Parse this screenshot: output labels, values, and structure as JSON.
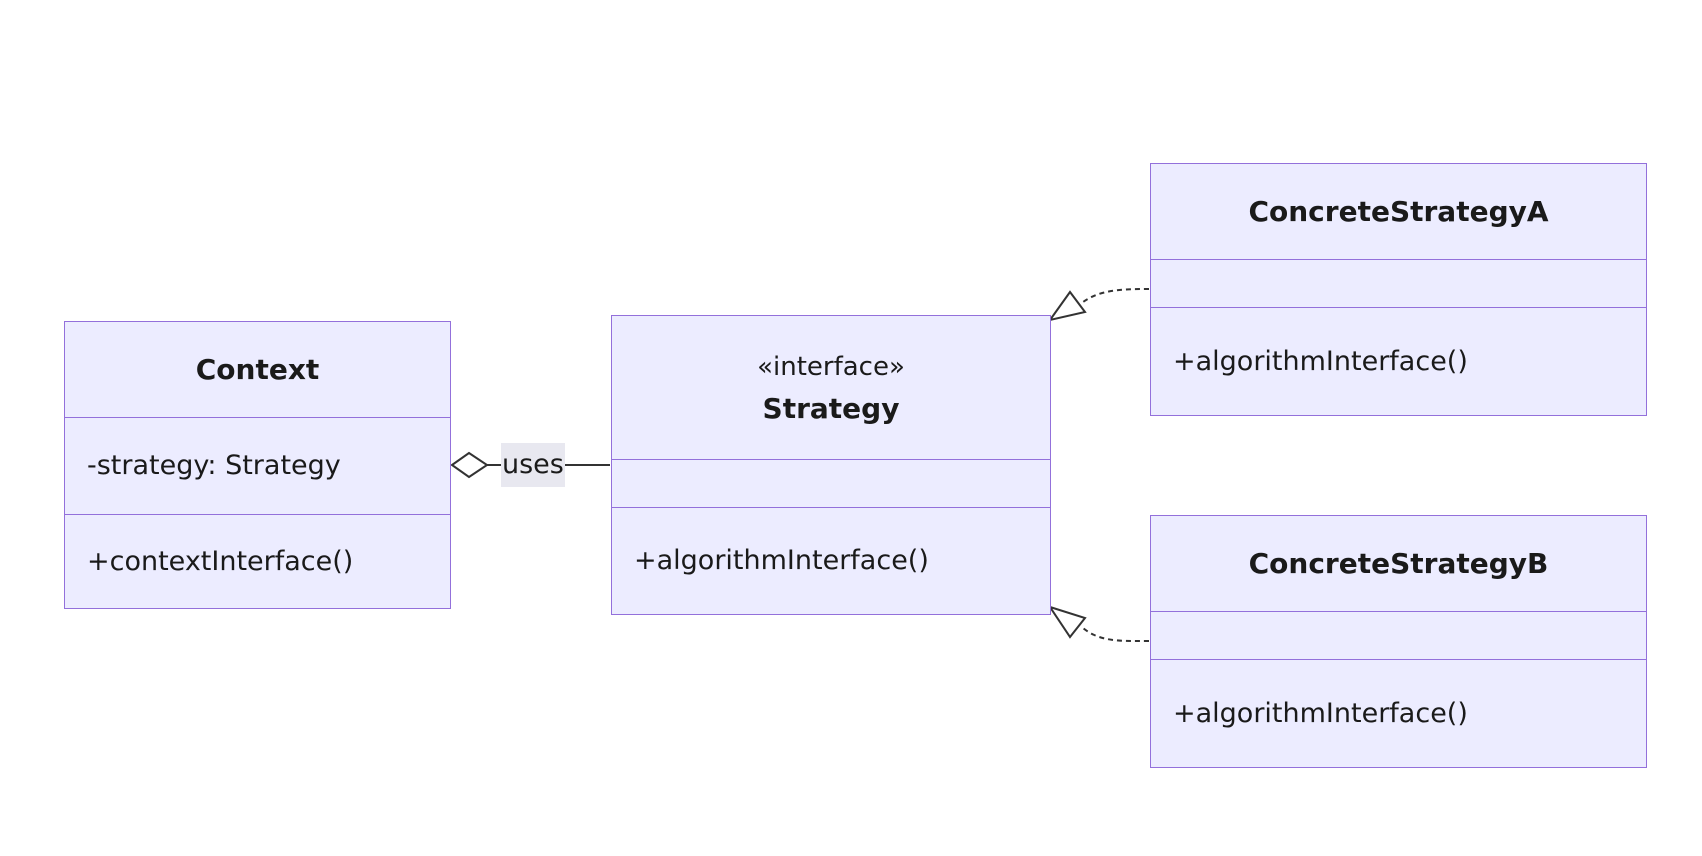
{
  "diagram": {
    "classes": {
      "context": {
        "name": "Context",
        "attributes": [
          "-strategy: Strategy"
        ],
        "methods": [
          "+contextInterface()"
        ]
      },
      "strategy": {
        "stereotype": "«interface»",
        "name": "Strategy",
        "methods": [
          "+algorithmInterface()"
        ]
      },
      "concrete_a": {
        "name": "ConcreteStrategyA",
        "methods": [
          "+algorithmInterface()"
        ]
      },
      "concrete_b": {
        "name": "ConcreteStrategyB",
        "methods": [
          "+algorithmInterface()"
        ]
      }
    },
    "relations": [
      {
        "from": "Context",
        "to": "Strategy",
        "type": "aggregation",
        "label": "uses"
      },
      {
        "from": "ConcreteStrategyA",
        "to": "Strategy",
        "type": "realization"
      },
      {
        "from": "ConcreteStrategyB",
        "to": "Strategy",
        "type": "realization"
      }
    ],
    "colors": {
      "box_fill": "#ececff",
      "box_border": "#9370db",
      "edge": "#333333",
      "label_bg": "#e8e8f0"
    }
  }
}
